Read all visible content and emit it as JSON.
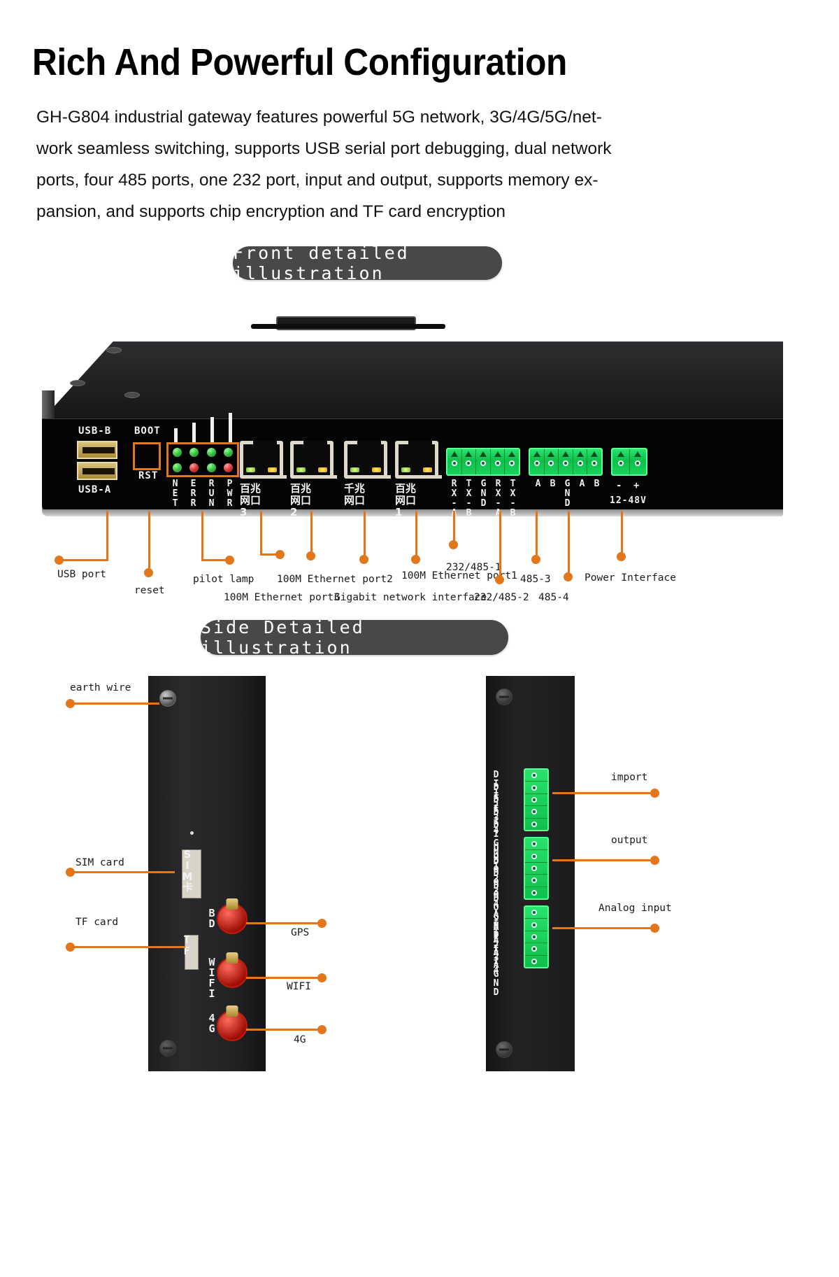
{
  "header": {
    "title": "Rich And Powerful Configuration",
    "paragraph_lines": [
      "GH-G804 industrial gateway features powerful 5G network, 3G/4G/5G/net-",
      "work seamless switching, supports USB serial port debugging, dual network",
      "ports, four 485 ports, one 232 port, input and output, supports memory ex-",
      "pansion, and supports chip encryption and TF card encryption"
    ]
  },
  "badges": {
    "front": "Front detailed illustration",
    "side": "Side Detailed illustration"
  },
  "front_panel": {
    "silkscreen": {
      "usb_b": "USB-B",
      "usb_a": "USB-A",
      "boot": "BOOT",
      "rst": "RST",
      "led_labels": [
        "NET",
        "ERR",
        "RUN",
        "PWR"
      ],
      "eth_labels": [
        "百兆网口3",
        "百兆网口2",
        "千兆网口",
        "百兆网口1"
      ],
      "terminal_1": [
        "RX-A",
        "TX-B",
        "GND",
        "RX-A",
        "TX-B"
      ],
      "terminal_2": [
        "A",
        "B",
        "GND",
        "A",
        "B"
      ],
      "terminal_3": [
        "-",
        "+"
      ],
      "power_label": "12-48V"
    },
    "callouts": [
      "USB port",
      "reset",
      "pilot lamp",
      "100M Ethernet port3",
      "100M Ethernet port2",
      "Gigabit network interface",
      "100M Ethernet port1",
      "232/485-1",
      "232/485-2",
      "485-3",
      "485-4",
      "Power Interface"
    ]
  },
  "side_panel": {
    "left_callouts": [
      "earth wire",
      "SIM card",
      "TF card"
    ],
    "left_silkscreen": [
      "SIM卡",
      "TF",
      "BD",
      "WIFI",
      "4G"
    ],
    "left_antenna_callouts": [
      "GPS",
      "WIFI",
      "4G"
    ],
    "right_callouts": [
      "import",
      "output",
      "Analog input"
    ],
    "right_terminal_labels": [
      "DI1",
      "DI2",
      "DI3",
      "DI4",
      "DIGND",
      "DO1",
      "DO2",
      "DO3",
      "DO4",
      "DOGND",
      "AI1",
      "AI2",
      "AI3",
      "AI4",
      "AGND"
    ]
  },
  "colors": {
    "accent": "#e2761b",
    "badge_bg": "#4a4846",
    "terminal_green": "#19d45c",
    "led_green": "#0a9b15",
    "led_red": "#c10000"
  }
}
